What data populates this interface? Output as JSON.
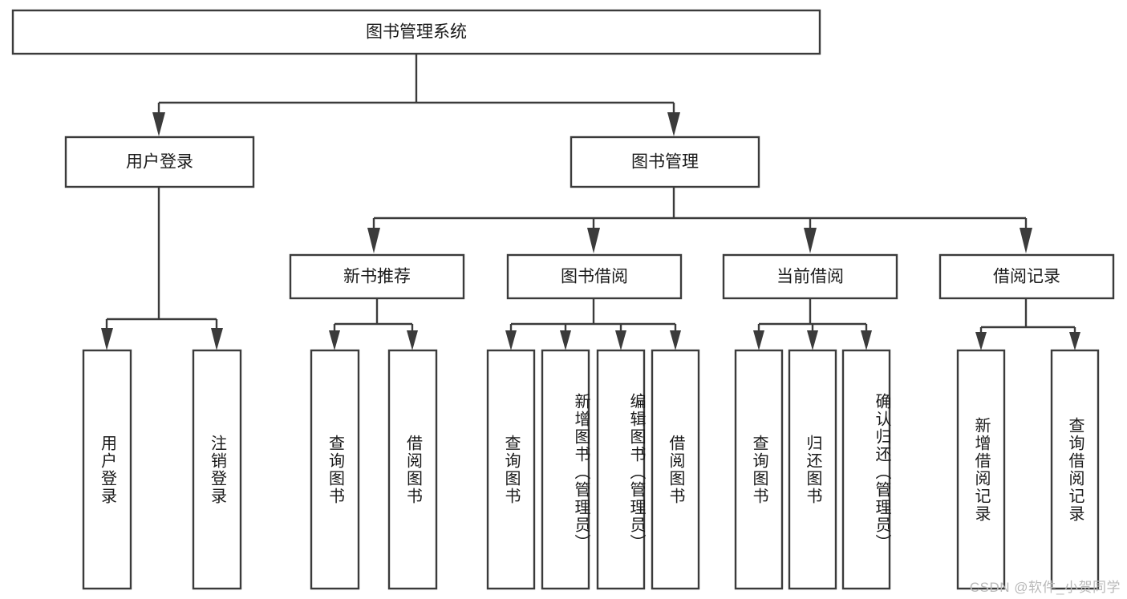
{
  "diagram": {
    "type": "tree",
    "title": "图书管理系统",
    "root": {
      "label": "图书管理系统"
    },
    "level2": [
      {
        "label": "用户登录"
      },
      {
        "label": "图书管理"
      }
    ],
    "level3": [
      {
        "label": "新书推荐"
      },
      {
        "label": "图书借阅"
      },
      {
        "label": "当前借阅"
      },
      {
        "label": "借阅记录"
      }
    ],
    "leaves": {
      "user_login": [
        {
          "label": "用户登录"
        },
        {
          "label": "注销登录"
        }
      ],
      "new_book_recommend": [
        {
          "label": "查询图书"
        },
        {
          "label": "借阅图书"
        }
      ],
      "book_borrow": [
        {
          "label": "查询图书"
        },
        {
          "label": "新增图书（管理员）"
        },
        {
          "label": "编辑图书（管理员）"
        },
        {
          "label": "借阅图书"
        }
      ],
      "current_borrow": [
        {
          "label": "查询图书"
        },
        {
          "label": "归还图书"
        },
        {
          "label": "确认归还（管理员）"
        }
      ],
      "borrow_record": [
        {
          "label": "新增借阅记录"
        },
        {
          "label": "查询借阅记录"
        }
      ]
    }
  },
  "watermark": {
    "text": "CSDN @软件_小贺同学"
  },
  "colors": {
    "stroke": "#3b3b3b",
    "box_fill": "#ffffff",
    "text": "#1a1a1a",
    "watermark": "#b9b9b9",
    "background": "#ffffff"
  }
}
